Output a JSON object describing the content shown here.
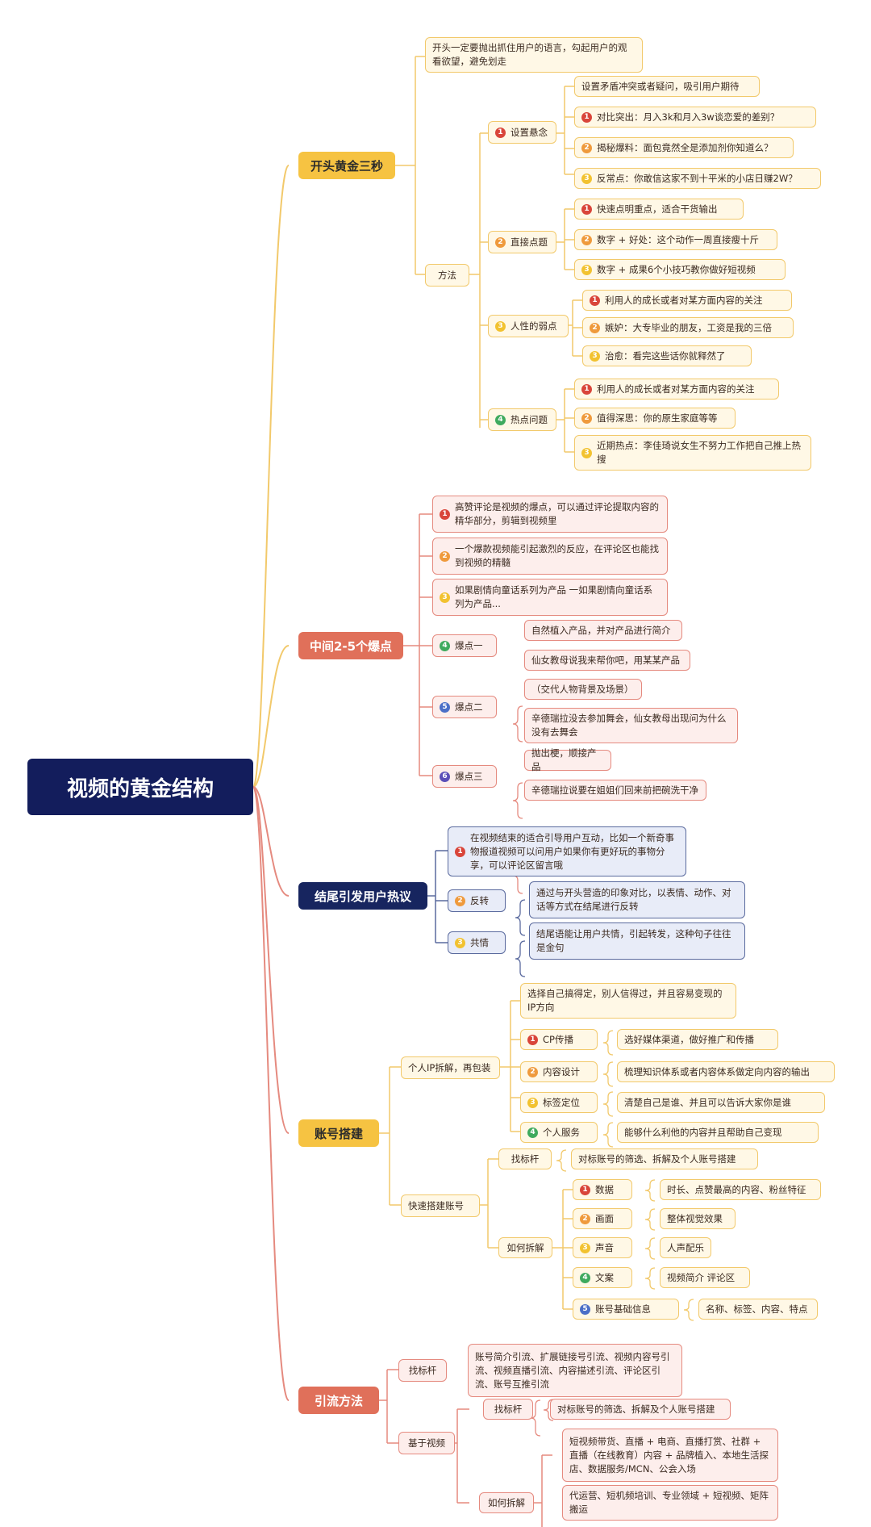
{
  "root": "视频的黄金结构",
  "sections": {
    "open": {
      "title": "开头黄金三秒",
      "intro": "开头一定要抛出抓住用户的语言，勾起用户的观看欲望，避免划走",
      "method": "方法",
      "g1": {
        "label": "设置悬念",
        "head": "设置矛盾冲突或者疑问，吸引用户期待",
        "items": [
          "对比突出：月入3k和月入3w谈恋爱的差别？",
          "揭秘爆料：面包竟然全是添加剂你知道么？",
          "反常点：你敢信这家不到十平米的小店日赚2W？"
        ]
      },
      "g2": {
        "label": "直接点题",
        "items": [
          "快速点明重点，适合干货输出",
          "数字 + 好处：这个动作一周直接瘦十斤",
          "数字 + 成果6个小技巧教你做好短视频"
        ]
      },
      "g3": {
        "label": "人性的弱点",
        "items": [
          "利用人的成长或者对某方面内容的关注",
          "嫉妒：大专毕业的朋友，工资是我的三倍",
          "治愈：看完这些话你就释然了"
        ]
      },
      "g4": {
        "label": "热点问题",
        "items": [
          "利用人的成长或者对某方面内容的关注",
          "值得深思：你的原生家庭等等",
          "近期热点：李佳琦说女生不努力工作把自己推上热搜"
        ]
      }
    },
    "middle": {
      "title": "中间2-5个爆点",
      "p1": "高赞评论是视频的爆点，可以通过评论提取内容的精华部分，剪辑到视频里",
      "p2": "一个爆款视频能引起激烈的反应，在评论区也能找到视频的精髓",
      "p3": "如果剧情向童话系列为产品 一如果剧情向童话系列为产品...",
      "b1": {
        "label": "爆点一",
        "items": [
          "自然植入产品，并对产品进行简介",
          "仙女教母说我来帮你吧，用某某产品"
        ]
      },
      "b2": {
        "label": "爆点二",
        "items": [
          "（交代人物背景及场景）",
          "辛德瑞拉没去参加舞会，仙女教母出现问为什么没有去舞会"
        ]
      },
      "b3": {
        "label": "爆点三",
        "items": [
          "抛出梗，顺接产品",
          "辛德瑞拉说要在姐姐们回来前把碗洗干净"
        ]
      }
    },
    "ending": {
      "title": "结尾引发用户热议",
      "p1": "在视频结束的适合引导用户互动，比如一个新奇事物报道视频可以问用户如果你有更好玩的事物分享，可以评论区留言哦",
      "r": {
        "label": "反转",
        "text": "通过与开头营造的印象对比，以表情、动作、对话等方式在结尾进行反转"
      },
      "e": {
        "label": "共情",
        "text": "结尾语能让用户共情，引起转发，这种句子往往是金句"
      }
    },
    "account": {
      "title": "账号搭建",
      "ip": {
        "label": "个人IP拆解，再包装",
        "head": "选择自己搞得定，别人信得过，并且容易变现的IP方向",
        "items": [
          {
            "label": "CP传播",
            "desc": "选好媒体渠道，做好推广和传播"
          },
          {
            "label": "内容设计",
            "desc": "梳理知识体系或者内容体系做定向内容的输出"
          },
          {
            "label": "标签定位",
            "desc": "清楚自己是谁、并且可以告诉大家你是谁"
          },
          {
            "label": "个人服务",
            "desc": "能够什么利他的内容并且帮助自己变现"
          }
        ]
      },
      "quick": {
        "label": "快速搭建账号",
        "bench": "找标杆",
        "bench_desc": "对标账号的筛选、拆解及个人账号搭建",
        "how": "如何拆解",
        "items": [
          {
            "label": "数据",
            "desc": "时长、点赞最高的内容、粉丝特征"
          },
          {
            "label": "画面",
            "desc": "整体视觉效果"
          },
          {
            "label": "声音",
            "desc": "人声配乐"
          },
          {
            "label": "文案",
            "desc": "视频简介 评论区"
          },
          {
            "label": "账号基础信息",
            "desc": "名称、标签、内容、特点"
          }
        ]
      }
    },
    "traffic": {
      "title": "引流方法",
      "bench": {
        "label": "找标杆",
        "desc": "账号简介引流、扩展链接号引流、视频内容号引流、视频直播引流、内容描述引流、评论区引流、账号互推引流"
      },
      "video": {
        "label": "基于视频",
        "bench": "找标杆",
        "bench_desc": "对标账号的筛选、拆解及个人账号搭建",
        "how": "如何拆解",
        "d1": "短视频带货、直播 + 电商、直播打赏、社群 + 直播（在线教育）内容 + 品牌植入、本地生活探店、数据服务/MCN、公会入场",
        "d2": "代运营、短机频培训、专业领域 + 短视频、矩阵搬运"
      }
    }
  },
  "colors": {
    "yellow": "#f6c342",
    "red": "#e0705a",
    "navy": "#17255f",
    "root": "#131d5c"
  }
}
